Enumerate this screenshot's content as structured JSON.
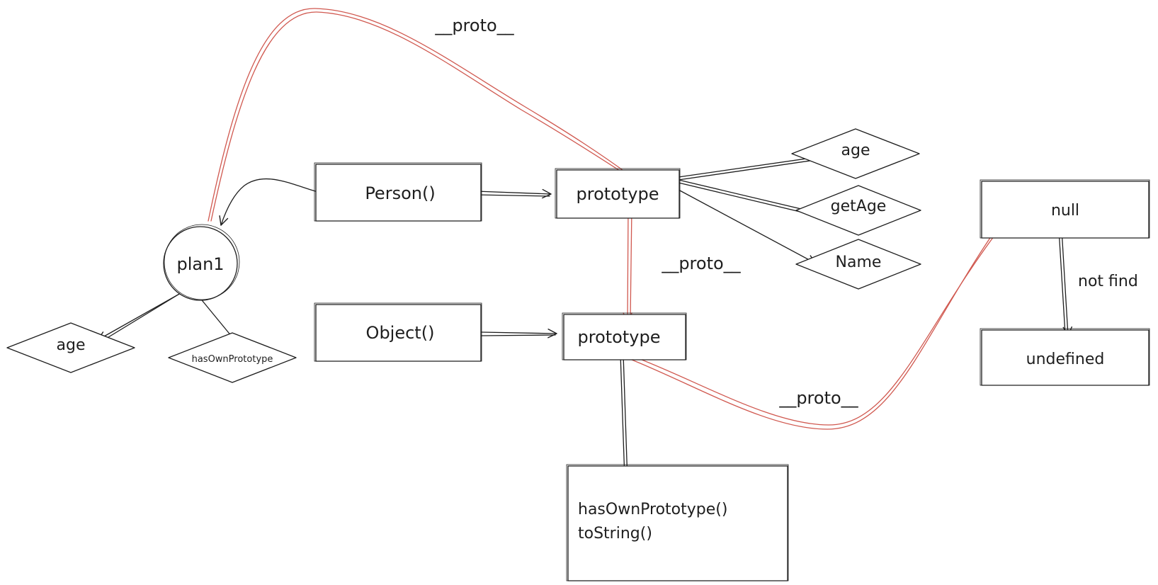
{
  "nodes": {
    "plan1": "plan1",
    "person": "Person()",
    "object": "Object()",
    "person_prototype": "prototype",
    "object_prototype": "prototype",
    "person_age": "age",
    "get_age": "getAge",
    "name": "Name",
    "plan1_age": "age",
    "has_own_prototype": "hasOwnPrototype",
    "object_methods": [
      "hasOwnPrototype()",
      "toString()"
    ],
    "null": "null",
    "undefined": "undefined"
  },
  "edge_labels": {
    "proto_top": "__proto__",
    "proto_middle": "__proto__",
    "proto_bottom": "__proto__",
    "not_find": "not find"
  },
  "colors": {
    "stroke": "#1e1e1e",
    "proto_link": "#d0584f",
    "background": "#ffffff"
  }
}
